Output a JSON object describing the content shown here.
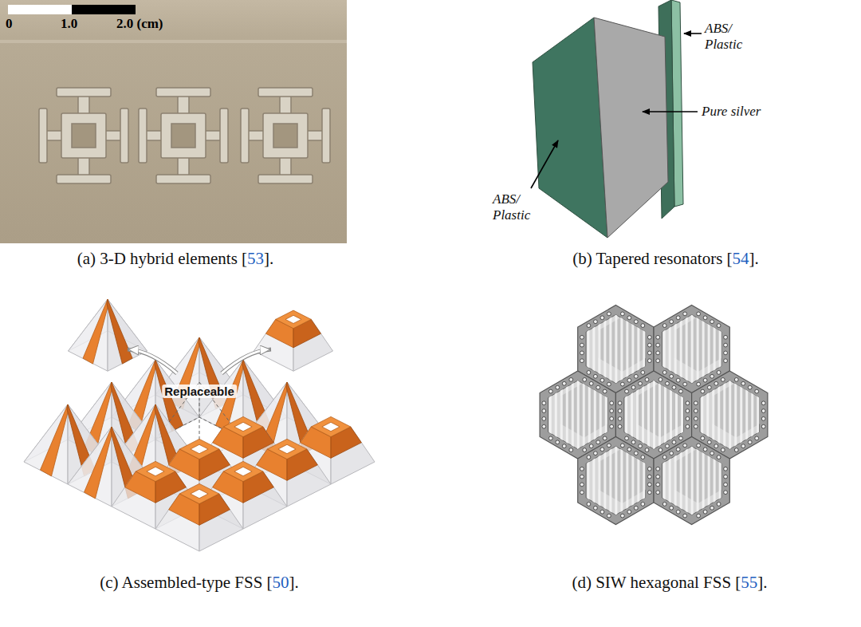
{
  "diagram": {
    "labels": [
      "0",
      "1.0",
      "2.0 (cm)",
      "ABS/ Plastic",
      "Pure silver",
      "ABS/ Plastic",
      "Replaceable",
      "(a) 3-D hybrid elements [53].",
      "(b) Tapered resonators [54].",
      "(c) Assembled-type FSS [50].",
      "(d) SIW hexagonal FSS [55]."
    ]
  }
}
